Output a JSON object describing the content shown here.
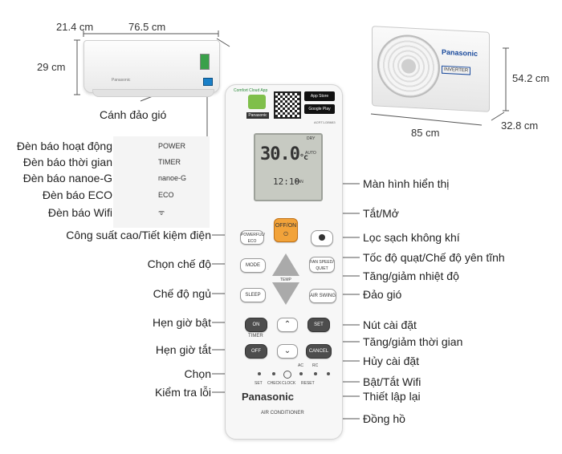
{
  "indoor": {
    "width": "76.5 cm",
    "depth": "21.4 cm",
    "height": "29 cm",
    "flap_label": "Cánh đảo gió",
    "logo": "Panasonic"
  },
  "outdoor": {
    "height": "54.2 cm",
    "width": "85 cm",
    "depth": "32.8 cm",
    "brand": "Panasonic",
    "badge": "INVERTER"
  },
  "indicators": {
    "panel": [
      "POWER",
      "TIMER",
      "nanoe-G",
      "ECO",
      "ᯤ"
    ],
    "labels": [
      "Đèn báo hoạt động",
      "Đèn báo thời gian",
      "Đèn báo nanoe-G",
      "Đèn báo ECO",
      "Đèn báo Wifi"
    ]
  },
  "remote": {
    "comfort_text": "Comfort Cloud App",
    "store1": "App Store",
    "store2": "Google Play",
    "panasonic_small": "Panasonic",
    "model": "ACRT1-DB683",
    "lcd_temp": "30.0",
    "lcd_unit": "°c",
    "lcd_time": "12:10",
    "lcd_dry": "DRY",
    "lcd_auto": "AUTO",
    "lcd_fan": "FAN",
    "btn_powerful": "POWERFUL/ ECO",
    "btn_onoff": "OFF/ON",
    "btn_mode": "MODE",
    "btn_fanspeed": "FAN SPEED/ QUIET",
    "temp_label": "TEMP",
    "btn_sleep": "SLEEP",
    "btn_airswing": "AIR SWING",
    "btn_on": "ON",
    "btn_set": "SET",
    "timer_label": "TIMER",
    "btn_off": "OFF",
    "btn_cancel": "CANCEL",
    "small_ac": "AC",
    "small_rc": "RC",
    "small_set": "SET",
    "small_check": "CHECK",
    "small_clock": "CLOCK",
    "small_reset": "RESET",
    "brand": "Panasonic",
    "aircon": "AIR CONDITIONER"
  },
  "callouts_left": [
    "Công suất cao/Tiết kiệm điện",
    "Chọn chế độ",
    "Chế độ ngủ",
    "Hẹn giờ bật",
    "Hẹn giờ tắt",
    "Chọn",
    "Kiểm tra lỗi"
  ],
  "callouts_right": [
    "Màn hình hiển thị",
    "Tắt/Mở",
    "Lọc sạch không khí",
    "Tốc độ quạt/Chế độ yên tĩnh",
    "Tăng/giảm nhiệt độ",
    "Đảo gió",
    "Nút cài đặt",
    "Tăng/giảm thời gian",
    "Hủy cài đặt",
    "Bật/Tắt Wifi",
    "Thiết lập lại",
    "Đồng hồ"
  ]
}
